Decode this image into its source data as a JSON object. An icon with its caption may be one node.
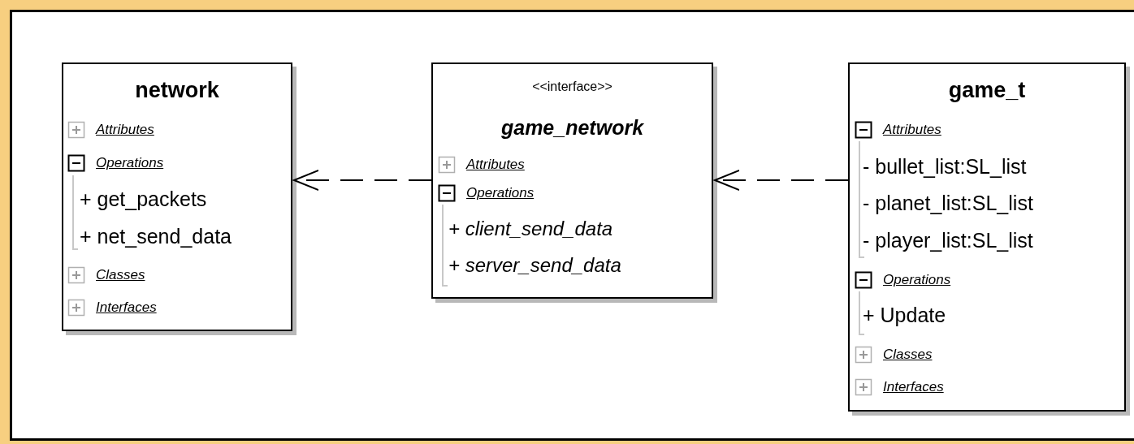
{
  "diagram": {
    "nodes": [
      {
        "text": [
          "network",
          "Attributes",
          "Operations",
          "+ get_packets",
          "+ net_send_data",
          "Classes",
          "Interfaces"
        ]
      },
      {
        "text": [
          "<<interface>>",
          "game_network",
          "Attributes",
          "Operations",
          "+ client_send_data",
          "+ server_send_data"
        ]
      },
      {
        "text": [
          "game_t",
          "Attributes",
          "- bullet_list:SL_list",
          "- planet_list:SL_list",
          "- player_list:SL_list",
          "Operations",
          "+ Update",
          "Classes",
          "Interfaces"
        ]
      }
    ],
    "edges": [
      {
        "from": 1,
        "to": 0,
        "arrow": "to",
        "style": "dashed"
      },
      {
        "from": 2,
        "to": 1,
        "arrow": "to",
        "style": "dashed"
      }
    ]
  }
}
